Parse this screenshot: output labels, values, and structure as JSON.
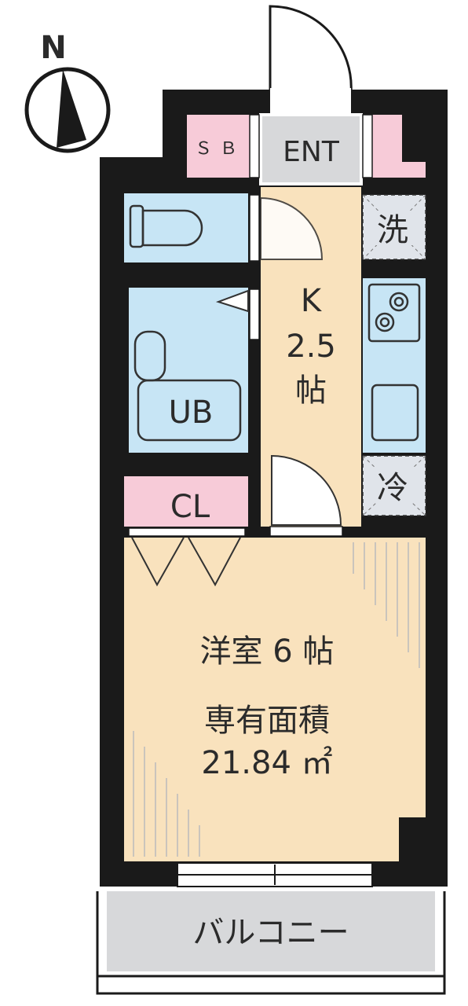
{
  "compass": {
    "north_label": "N"
  },
  "rooms": {
    "shoe_box": "ＳＢ",
    "entrance": "ENT",
    "kitchen_name": "K",
    "kitchen_size": "2.5",
    "kitchen_unit": "帖",
    "washer": "洗",
    "fridge": "冷",
    "bath": "UB",
    "closet": "CL",
    "western_room": "洋室 6 帖",
    "balcony": "バルコニー"
  },
  "area": {
    "label": "専有面積",
    "value": "21.84 ㎡"
  },
  "colors": {
    "wall": "#1a1a1a",
    "floor": "#f9e2bd",
    "wet_area": "#c7e5f5",
    "storage": "#f7cbd8",
    "entrance": "#d7d8da",
    "balcony": "#d7d8da"
  }
}
